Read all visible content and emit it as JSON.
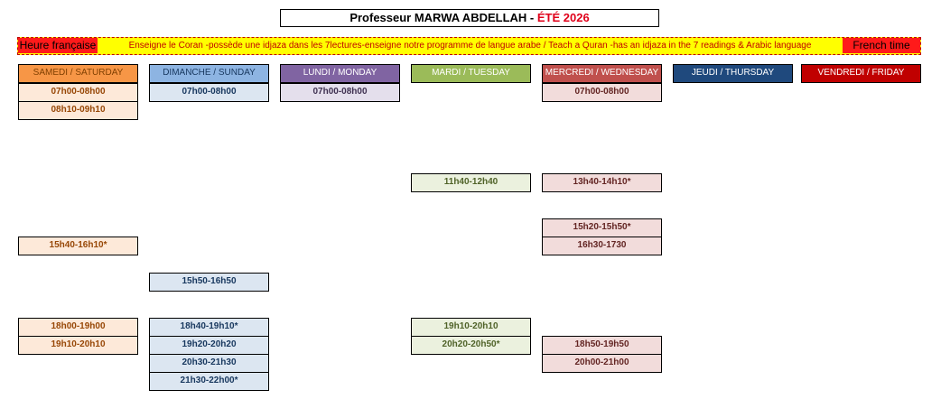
{
  "header": {
    "title_prefix": "Professeur MARWA ABDELLAH - ",
    "title_season": "ÉTÉ 2026"
  },
  "banner": {
    "left_label": "Heure française",
    "description": "Enseigne le Coran -possède une idjaza dans les 7lectures-enseigne notre programme de langue arabe / Teach a Quran -has an idjaza in the 7 readings & Arabic language",
    "right_label": "French time"
  },
  "days": [
    {
      "label": "SAMEDI / SATURDAY",
      "bg": "#f79646",
      "fg": "#7f3f00",
      "slot_bg": "#fde9d9",
      "slot_fg": "#974706"
    },
    {
      "label": "DIMANCHE / SUNDAY",
      "bg": "#8db4e2",
      "fg": "#17375e",
      "slot_bg": "#dce6f1",
      "slot_fg": "#17375e"
    },
    {
      "label": "LUNDI / MONDAY",
      "bg": "#8064a2",
      "fg": "#ffffff",
      "slot_bg": "#e4dfec",
      "slot_fg": "#3f3151"
    },
    {
      "label": "MARDI / TUESDAY",
      "bg": "#9bbb59",
      "fg": "#ffffff",
      "slot_bg": "#ebf1de",
      "slot_fg": "#4f6228"
    },
    {
      "label": "MERCREDI / WEDNESDAY",
      "bg": "#c0504d",
      "fg": "#ffffff",
      "slot_bg": "#f2dcdb",
      "slot_fg": "#632523"
    },
    {
      "label": "JEUDI / THURSDAY",
      "bg": "#1f497d",
      "fg": "#ffffff",
      "slot_bg": "#dce6f1",
      "slot_fg": "#17375e"
    },
    {
      "label": "VENDREDI / FRIDAY",
      "bg": "#c00000",
      "fg": "#ffffff",
      "slot_bg": "#f2dcdb",
      "slot_fg": "#632523"
    }
  ],
  "slots": [
    {
      "day": 0,
      "row": 0,
      "time": "07h00-08h00"
    },
    {
      "day": 0,
      "row": 1,
      "time": "08h10-09h10"
    },
    {
      "day": 0,
      "row": 8,
      "time": "15h40-16h10*"
    },
    {
      "day": 0,
      "row": 13,
      "time": "18h00-19h00"
    },
    {
      "day": 0,
      "row": 14,
      "time": "19h10-20h10"
    },
    {
      "day": 1,
      "row": 0,
      "time": "07h00-08h00"
    },
    {
      "day": 1,
      "row": 10,
      "time": "15h50-16h50"
    },
    {
      "day": 1,
      "row": 13,
      "time": "18h40-19h10*"
    },
    {
      "day": 1,
      "row": 14,
      "time": "19h20-20h20"
    },
    {
      "day": 1,
      "row": 15,
      "time": "20h30-21h30"
    },
    {
      "day": 1,
      "row": 16,
      "time": "21h30-22h00*"
    },
    {
      "day": 2,
      "row": 0,
      "time": "07h00-08h00"
    },
    {
      "day": 3,
      "row": 5,
      "time": "11h40-12h40"
    },
    {
      "day": 3,
      "row": 13,
      "time": "19h10-20h10"
    },
    {
      "day": 3,
      "row": 14,
      "time": "20h20-20h50*"
    },
    {
      "day": 4,
      "row": 0,
      "time": "07h00-08h00"
    },
    {
      "day": 4,
      "row": 5,
      "time": "13h40-14h10*"
    },
    {
      "day": 4,
      "row": 7,
      "time": "15h20-15h50*"
    },
    {
      "day": 4,
      "row": 8,
      "time": "16h30-1730"
    },
    {
      "day": 4,
      "row": 14,
      "time": "18h50-19h50"
    },
    {
      "day": 4,
      "row": 15,
      "time": "20h00-21h00"
    }
  ]
}
